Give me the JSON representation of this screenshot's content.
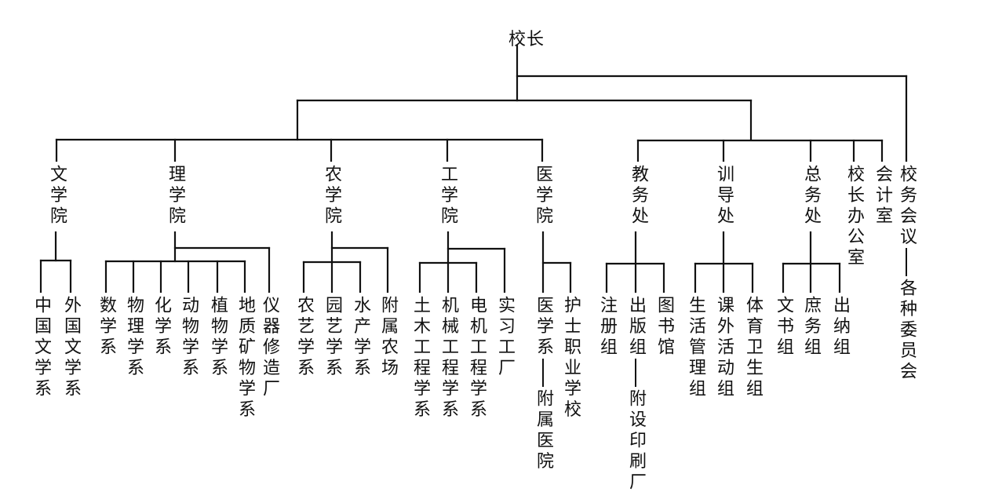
{
  "title": "校长",
  "colors": {
    "line": "#111111",
    "text": "#111111",
    "background": "#ffffff"
  },
  "colleges": [
    {
      "name": "文学院",
      "children": [
        "中国文学系",
        "外国文学系"
      ]
    },
    {
      "name": "理学院",
      "children": [
        "数学系",
        "物理学系",
        "化学系",
        "动物学系",
        "植物学系",
        "地质矿物学系"
      ],
      "annex": "仪器修造厂"
    },
    {
      "name": "农学院",
      "children": [
        "农艺学系",
        "园艺学系",
        "水产学系"
      ],
      "annex": "附属农场"
    },
    {
      "name": "工学院",
      "children": [
        "土木工程学系",
        "机械工程学系",
        "电机工程学系"
      ],
      "annex": "实习工厂"
    },
    {
      "name": "医学院",
      "children": [
        {
          "name": "医学系",
          "attached": "附属医院"
        },
        "护士职业学校"
      ]
    }
  ],
  "offices": [
    {
      "name": "教务处",
      "children": [
        "注册组",
        {
          "name": "出版组",
          "attached": "附设印刷厂"
        },
        "图书馆"
      ]
    },
    {
      "name": "训导处",
      "children": [
        "生活管理组",
        "课外活动组",
        "体育卫生组"
      ]
    },
    {
      "name": "总务处",
      "children": [
        "文书组",
        "庶务组",
        "出纳组"
      ]
    },
    {
      "name": "校长办公室"
    },
    {
      "name": "会计室"
    }
  ],
  "council": {
    "name": "校务会议",
    "attached": "各种委员会"
  }
}
